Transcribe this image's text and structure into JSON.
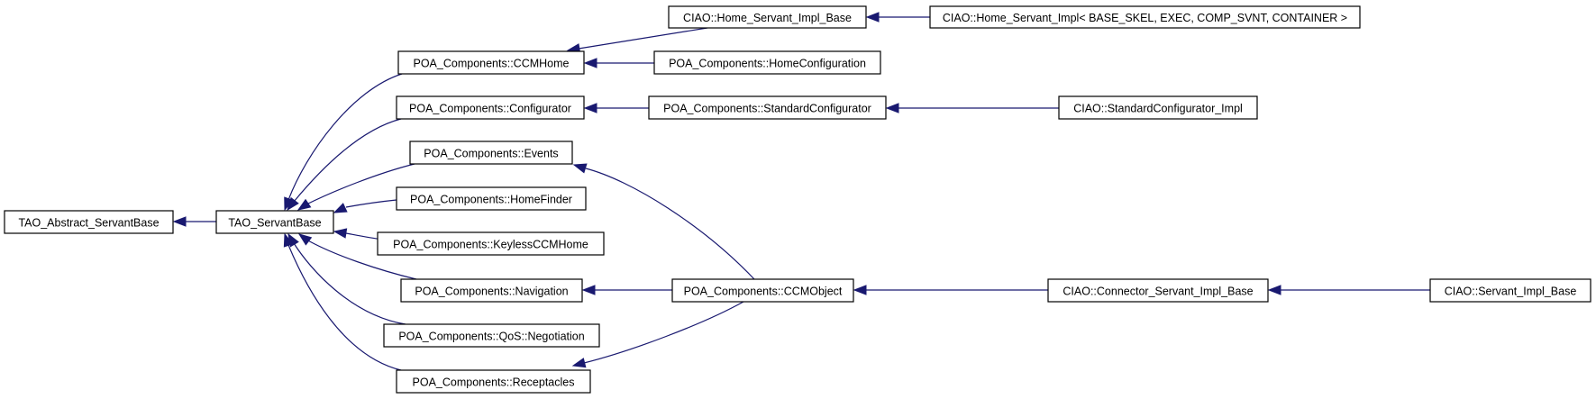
{
  "diagram": {
    "type": "inheritance-graph",
    "edge_color": "#191970",
    "node_border_color": "#000000",
    "node_fill": "#ffffff",
    "nodes": [
      {
        "id": "tao_abstract_servantbase",
        "label": "TAO_Abstract_ServantBase"
      },
      {
        "id": "tao_servantbase",
        "label": "TAO_ServantBase"
      },
      {
        "id": "poa_ccmhome",
        "label": "POA_Components::CCMHome"
      },
      {
        "id": "poa_configurator",
        "label": "POA_Components::Configurator"
      },
      {
        "id": "poa_events",
        "label": "POA_Components::Events"
      },
      {
        "id": "poa_homefinder",
        "label": "POA_Components::HomeFinder"
      },
      {
        "id": "poa_keylessccmhome",
        "label": "POA_Components::KeylessCCMHome"
      },
      {
        "id": "poa_navigation",
        "label": "POA_Components::Navigation"
      },
      {
        "id": "poa_qos_negotiation",
        "label": "POA_Components::QoS::Negotiation"
      },
      {
        "id": "poa_receptacles",
        "label": "POA_Components::Receptacles"
      },
      {
        "id": "ciao_home_servant_impl_base",
        "label": "CIAO::Home_Servant_Impl_Base"
      },
      {
        "id": "poa_homeconfiguration",
        "label": "POA_Components::HomeConfiguration"
      },
      {
        "id": "poa_standardconfigurator",
        "label": "POA_Components::StandardConfigurator"
      },
      {
        "id": "poa_ccmobject",
        "label": "POA_Components::CCMObject"
      },
      {
        "id": "ciao_home_servant_impl",
        "label": "CIAO::Home_Servant_Impl< BASE_SKEL, EXEC, COMP_SVNT, CONTAINER >"
      },
      {
        "id": "ciao_standardconfigurator_impl",
        "label": "CIAO::StandardConfigurator_Impl"
      },
      {
        "id": "ciao_connector_servant_impl_base",
        "label": "CIAO::Connector_Servant_Impl_Base"
      },
      {
        "id": "ciao_servant_impl_base",
        "label": "CIAO::Servant_Impl_Base"
      }
    ],
    "edges": [
      {
        "from": "tao_servantbase",
        "to": "tao_abstract_servantbase"
      },
      {
        "from": "poa_ccmhome",
        "to": "tao_servantbase"
      },
      {
        "from": "poa_configurator",
        "to": "tao_servantbase"
      },
      {
        "from": "poa_events",
        "to": "tao_servantbase"
      },
      {
        "from": "poa_homefinder",
        "to": "tao_servantbase"
      },
      {
        "from": "poa_keylessccmhome",
        "to": "tao_servantbase"
      },
      {
        "from": "poa_navigation",
        "to": "tao_servantbase"
      },
      {
        "from": "poa_qos_negotiation",
        "to": "tao_servantbase"
      },
      {
        "from": "poa_receptacles",
        "to": "tao_servantbase"
      },
      {
        "from": "ciao_home_servant_impl_base",
        "to": "poa_ccmhome"
      },
      {
        "from": "poa_homeconfiguration",
        "to": "poa_ccmhome"
      },
      {
        "from": "poa_standardconfigurator",
        "to": "poa_configurator"
      },
      {
        "from": "poa_ccmobject",
        "to": "poa_events"
      },
      {
        "from": "poa_ccmobject",
        "to": "poa_navigation"
      },
      {
        "from": "poa_ccmobject",
        "to": "poa_receptacles"
      },
      {
        "from": "ciao_home_servant_impl",
        "to": "ciao_home_servant_impl_base"
      },
      {
        "from": "ciao_standardconfigurator_impl",
        "to": "poa_standardconfigurator"
      },
      {
        "from": "ciao_connector_servant_impl_base",
        "to": "poa_ccmobject"
      },
      {
        "from": "ciao_servant_impl_base",
        "to": "ciao_connector_servant_impl_base"
      }
    ]
  }
}
